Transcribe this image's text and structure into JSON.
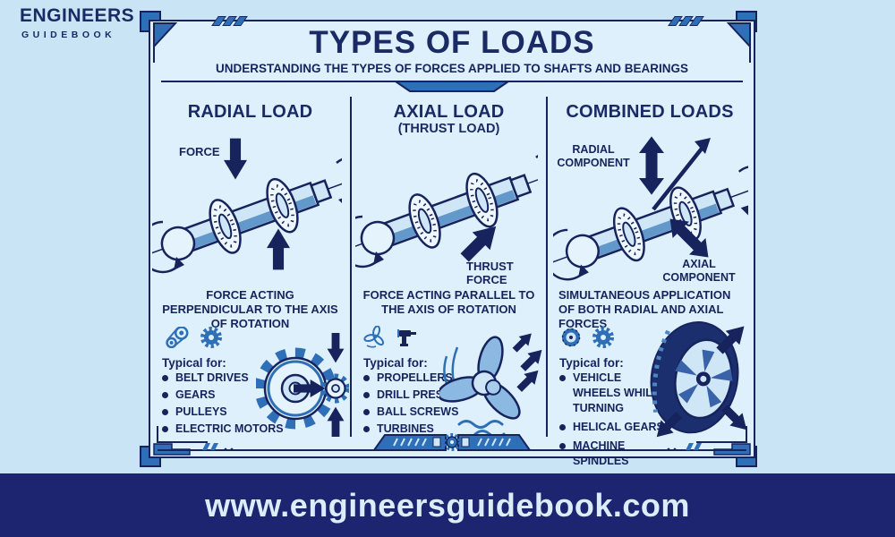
{
  "brand": {
    "line1": "ENGINEERS",
    "line2": "GUIDEBOOK"
  },
  "header": {
    "title": "TYPES OF LOADS",
    "subtitle": "UNDERSTANDING THE TYPES OF FORCES APPLIED TO SHAFTS AND BEARINGS"
  },
  "columns": [
    {
      "title": "RADIAL LOAD",
      "force_label": "FORCE",
      "description": "FORCE ACTING PERPENDICULAR TO THE AXIS OF ROTATION",
      "typical_label": "Typical for:",
      "items": [
        "BELT DRIVES",
        "GEARS",
        "PULLEYS",
        "ELECTRIC MOTORS"
      ],
      "icons": [
        "belt-drive-icon",
        "gear-icon"
      ]
    },
    {
      "title": "AXIAL LOAD",
      "subtitle": "(THRUST LOAD)",
      "force_label": "THRUST FORCE",
      "description": "FORCE ACTING PARALLEL TO THE AXIS OF ROTATION",
      "typical_label": "Typical for:",
      "items": [
        "PROPELLERS",
        "DRILL PRESSES",
        "BALL SCREWS",
        "TURBINES"
      ],
      "icons": [
        "propeller-icon",
        "drill-icon"
      ]
    },
    {
      "title": "COMBINED LOADS",
      "force_label_radial": "RADIAL COMPONENT",
      "force_label_axial": "AXIAL COMPONENT",
      "description": "SIMULTANEOUS APPLICATION OF BOTH RADIAL AND AXIAL FORCES",
      "typical_label": "Typical for:",
      "items": [
        "VEHICLE WHEELS WHILE TURNING",
        "HELICAL GEARS",
        "MACHINE SPINDLES"
      ],
      "icons": [
        "wheel-icon",
        "gear-icon"
      ]
    }
  ],
  "footer": {
    "url": "www.engineersguidebook.com"
  },
  "colors": {
    "page_bg": "#c9e5f5",
    "card_bg": "#def0fb",
    "navy": "#16235d",
    "accent_blue": "#2e6fb7",
    "footer_bg": "#1d2470",
    "footer_text": "#dcedfa"
  }
}
